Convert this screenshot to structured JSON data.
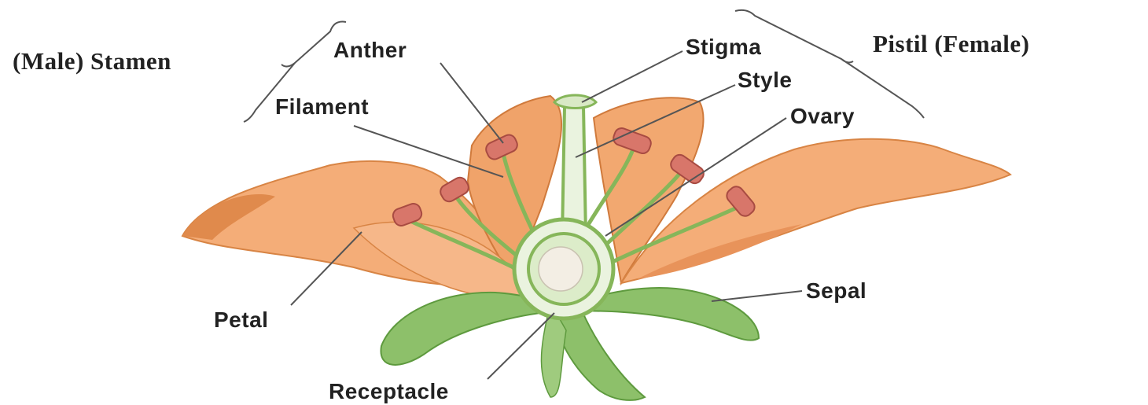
{
  "diagram": {
    "group_labels": {
      "male": "(Male) Stamen",
      "female": "Pistil (Female)"
    },
    "part_labels": {
      "anther": "Anther",
      "filament": "Filament",
      "stigma": "Stigma",
      "style": "Style",
      "ovary": "Ovary",
      "petal": "Petal",
      "sepal": "Sepal",
      "receptacle": "Receptacle"
    },
    "colors": {
      "petal": "#f2a56b",
      "petal_dark": "#d97a3c",
      "sepal": "#7fb55a",
      "sepal_dark": "#5e9a3e",
      "anther": "#d8766a",
      "pistil": "#e8f1dc",
      "leader_line": "#555555"
    }
  }
}
